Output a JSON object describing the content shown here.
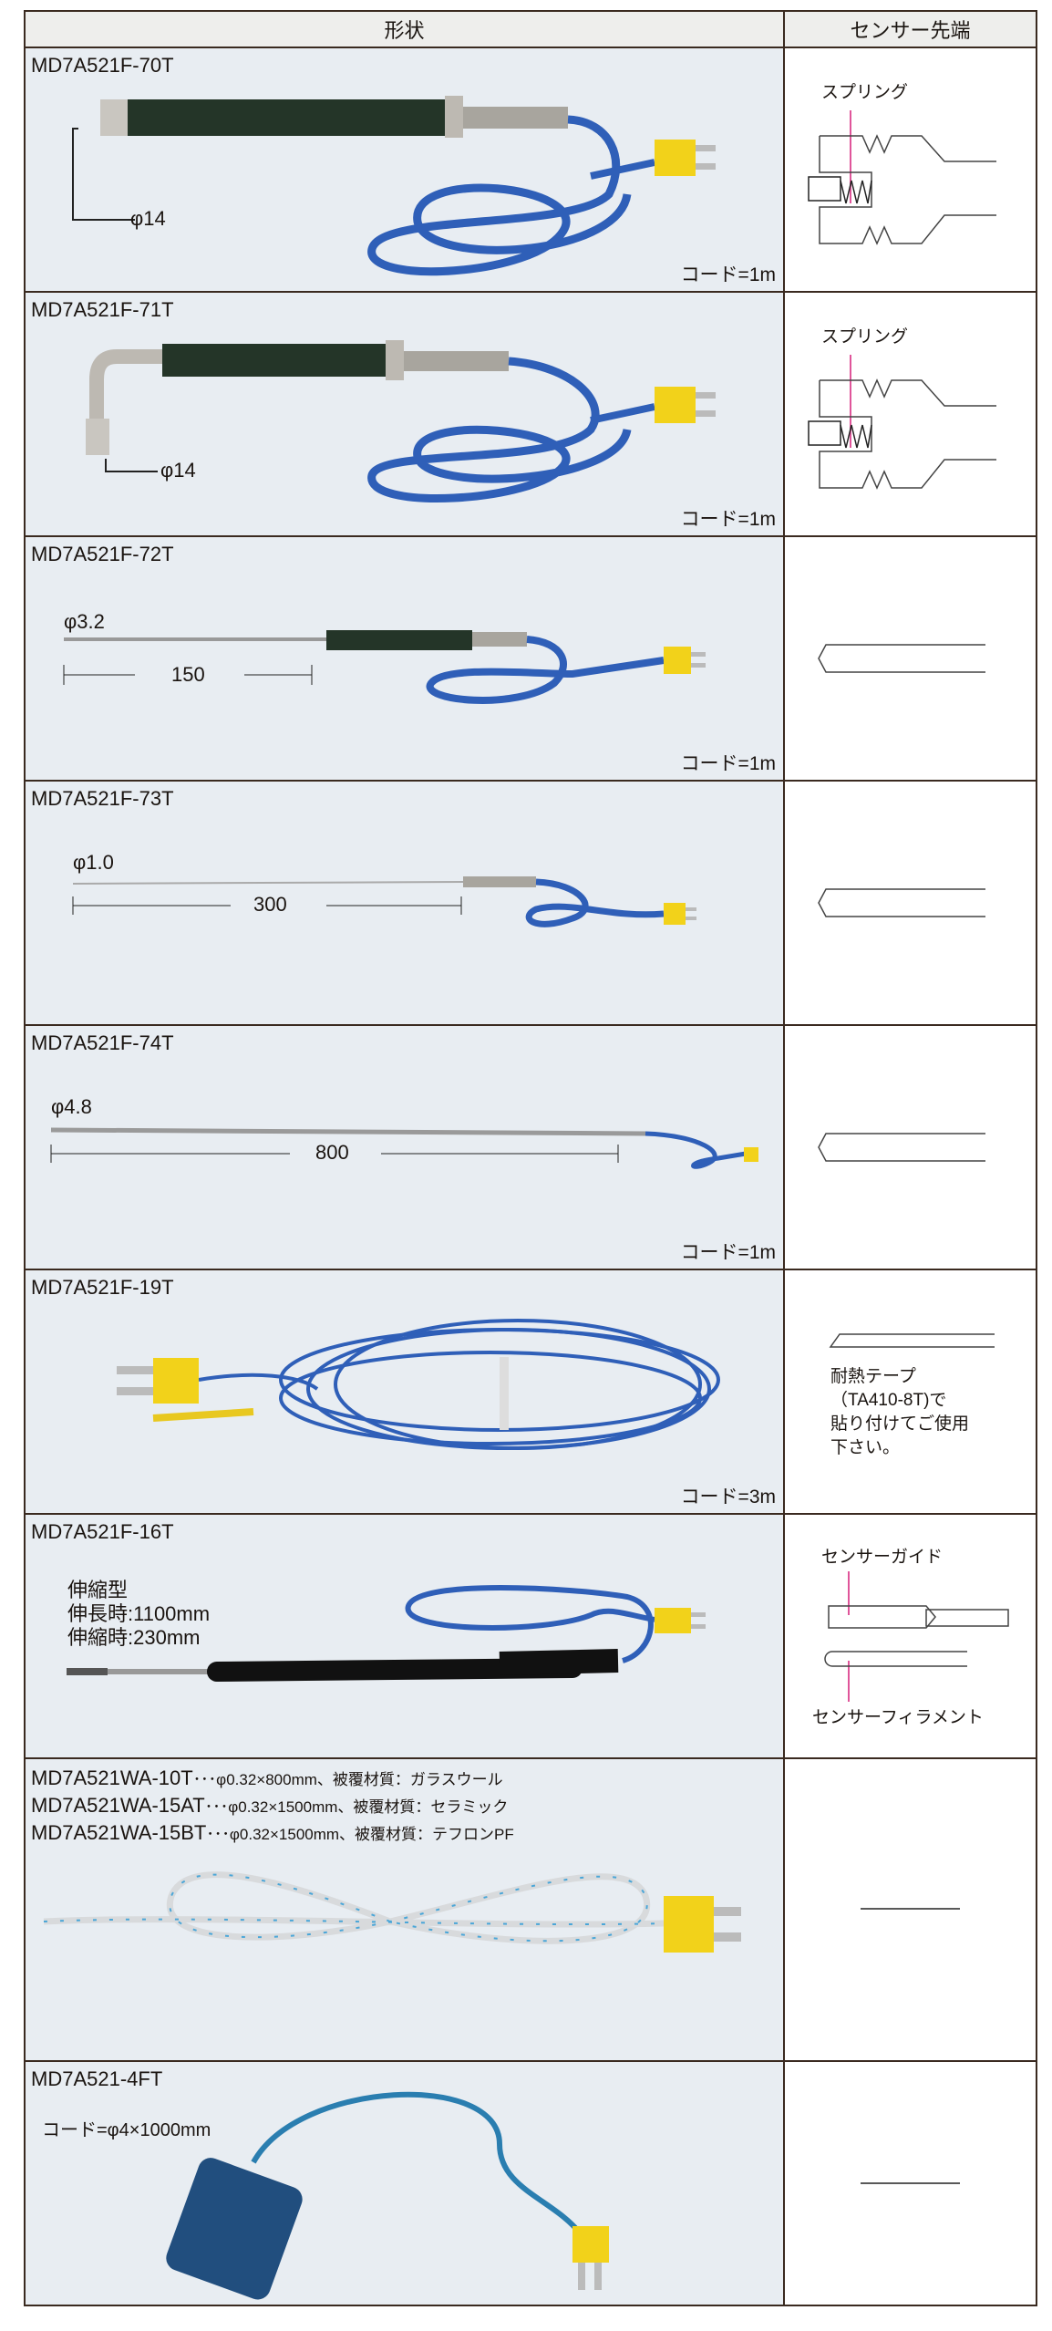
{
  "header": {
    "shape": "形状",
    "tip": "センサー先端"
  },
  "rows": [
    {
      "model": "MD7A521F-70T",
      "dia": "φ14",
      "cord": "コード=1m",
      "tip_label": "スプリング"
    },
    {
      "model": "MD7A521F-71T",
      "dia": "φ14",
      "cord": "コード=1m",
      "tip_label": "スプリング"
    },
    {
      "model": "MD7A521F-72T",
      "dia": "φ3.2",
      "length": "150",
      "cord": "コード=1m"
    },
    {
      "model": "MD7A521F-73T",
      "dia": "φ1.0",
      "length": "300"
    },
    {
      "model": "MD7A521F-74T",
      "dia": "φ4.8",
      "length": "800",
      "cord": "コード=1m"
    },
    {
      "model": "MD7A521F-19T",
      "cord": "コード=3m",
      "tip_lines": [
        "耐熱テープ",
        "（TA410-8T)で",
        "貼り付けてご使用",
        "下さい。"
      ]
    },
    {
      "model": "MD7A521F-16T",
      "notes": [
        "伸縮型",
        "伸長時:1100mm",
        "伸縮時:230mm"
      ],
      "tip_guide": "センサーガイド",
      "tip_filament": "センサーフィラメント"
    },
    {
      "items": [
        {
          "model": "MD7A521WA-10T",
          "desc": "･･･φ0.32×800mm、被覆材質：ガラスウール"
        },
        {
          "model": "MD7A521WA-15AT",
          "desc": "･･･φ0.32×1500mm、被覆材質：セラミック"
        },
        {
          "model": "MD7A521WA-15BT",
          "desc": "･･･φ0.32×1500mm、被覆材質：テフロンPF"
        }
      ]
    },
    {
      "model": "MD7A521-4FT",
      "cord": "コード=φ4×1000mm"
    }
  ],
  "colors": {
    "cable": "#2f5fb8",
    "connector": "#f2d21a",
    "spring_marker": "#e0559a"
  }
}
